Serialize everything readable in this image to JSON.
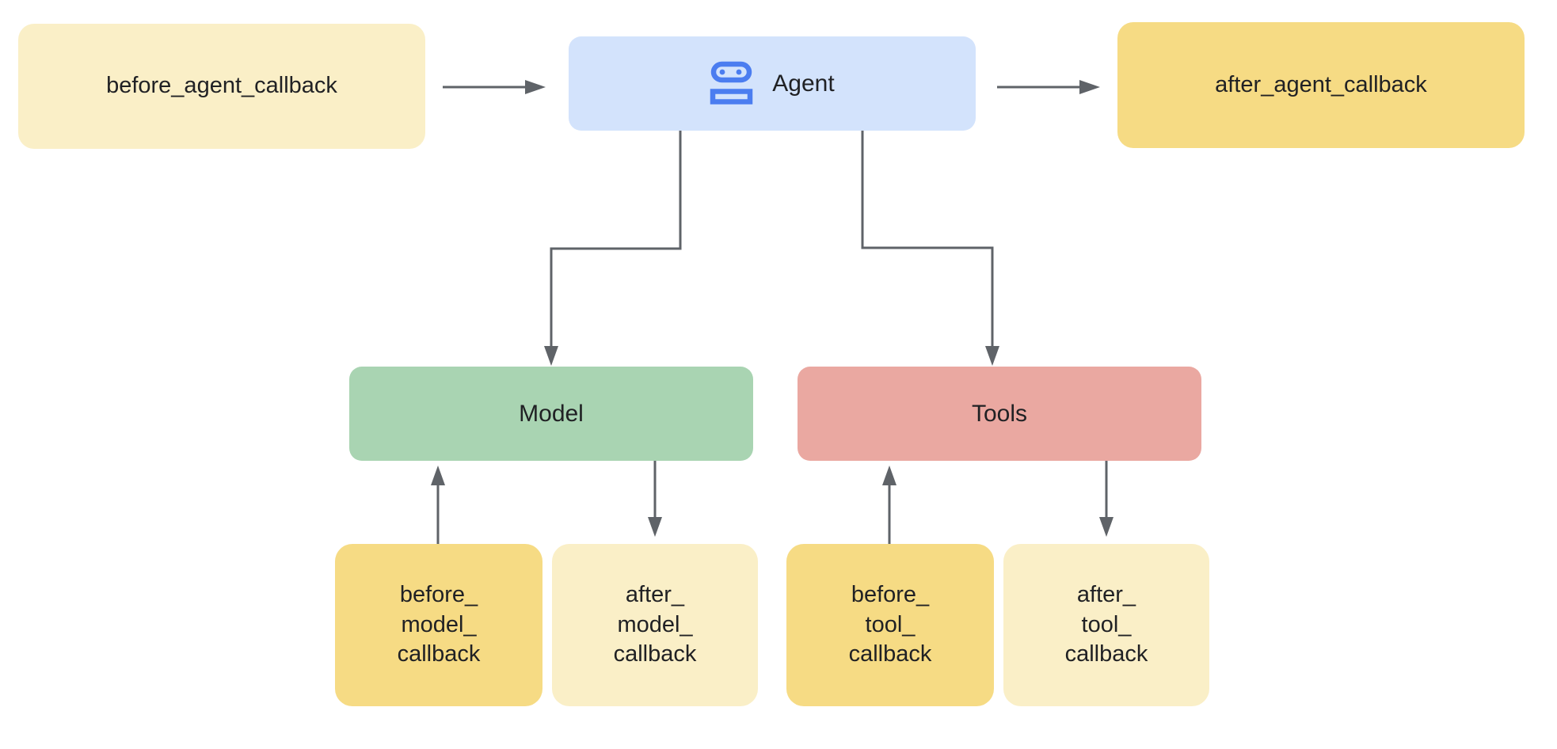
{
  "diagram": {
    "type": "flowchart",
    "nodes": {
      "before_agent_callback": {
        "label": "before_agent_callback",
        "fill": "#FAEFC7"
      },
      "agent": {
        "label": "Agent",
        "fill": "#D3E3FC",
        "icon": "robot-icon",
        "icon_color": "#4B7DF0"
      },
      "after_agent_callback": {
        "label": "after_agent_callback",
        "fill": "#F6DB84"
      },
      "model": {
        "label": "Model",
        "fill": "#A9D4B2"
      },
      "tools": {
        "label": "Tools",
        "fill": "#EAA8A1"
      },
      "before_model_callback": {
        "label": "before_\nmodel_\ncallback",
        "fill": "#F6DB84"
      },
      "after_model_callback": {
        "label": "after_\nmodel_\ncallback",
        "fill": "#FAEFC7"
      },
      "before_tool_callback": {
        "label": "before_\ntool_\ncallback",
        "fill": "#F6DB84"
      },
      "after_tool_callback": {
        "label": "after_\ntool_\ncallback",
        "fill": "#FAEFC7"
      }
    },
    "edges": [
      {
        "from": "before_agent_callback",
        "to": "agent"
      },
      {
        "from": "agent",
        "to": "after_agent_callback"
      },
      {
        "from": "agent",
        "to": "model"
      },
      {
        "from": "agent",
        "to": "tools"
      },
      {
        "from": "before_model_callback",
        "to": "model"
      },
      {
        "from": "model",
        "to": "after_model_callback"
      },
      {
        "from": "before_tool_callback",
        "to": "tools"
      },
      {
        "from": "tools",
        "to": "after_tool_callback"
      }
    ],
    "colors": {
      "arrow": "#5F6368",
      "text": "#202124",
      "background": "#FFFFFF",
      "icon_blue": "#4B7DF0"
    }
  }
}
